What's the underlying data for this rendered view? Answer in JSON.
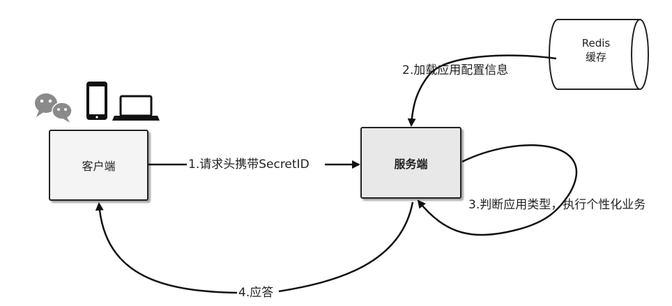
{
  "nodes": {
    "client": "客户端",
    "server": "服务端",
    "redis_line1": "Redis",
    "redis_line2": "缓存"
  },
  "edges": {
    "request": "1.请求头携带SecretID",
    "load_config": "2.加载应用配置信息",
    "judge": "3.判断应用类型，执行个性化业务",
    "response": "4.应答"
  },
  "icons": [
    "wechat-icon",
    "phone-icon",
    "laptop-icon"
  ]
}
